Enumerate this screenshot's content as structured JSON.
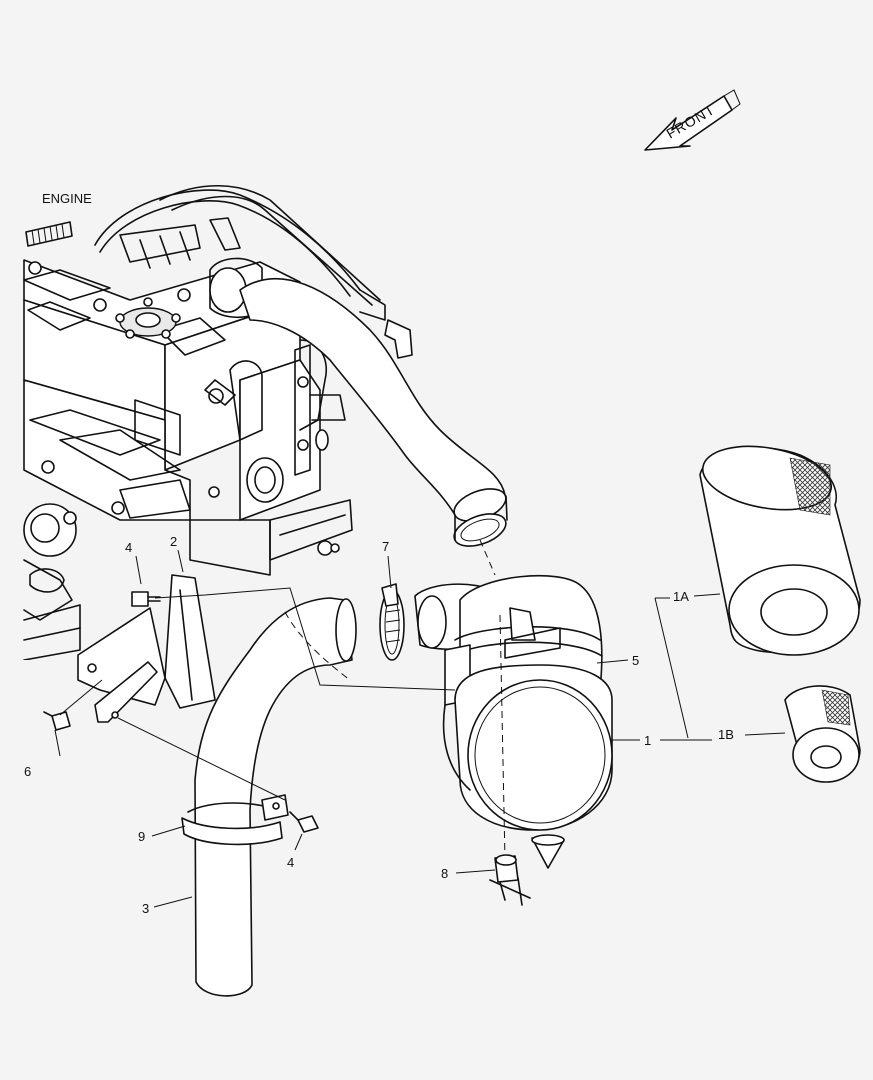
{
  "diagram": {
    "labels": {
      "engine": "ENGINE",
      "front": "FRONT",
      "part_1": "1",
      "part_1a": "1A",
      "part_1b": "1B",
      "part_2": "2",
      "part_3": "3",
      "part_4_upper": "4",
      "part_4_lower": "4",
      "part_5": "5",
      "part_6": "6",
      "part_7": "7",
      "part_8": "8",
      "part_9": "9"
    }
  }
}
